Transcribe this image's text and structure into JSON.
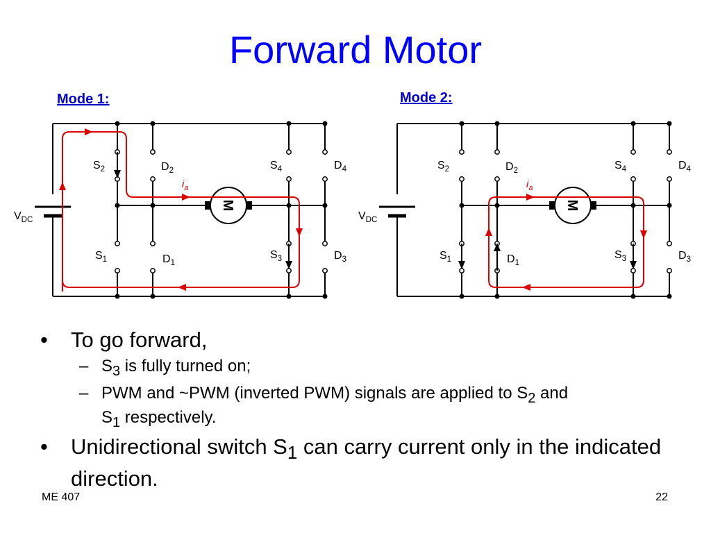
{
  "slide": {
    "title": "Forward Motor",
    "mode1_label": "Mode 1:",
    "mode2_label": "Mode 2:",
    "footer_left": "ME 407",
    "footer_right": "22"
  },
  "circuit": {
    "vdc": "V",
    "vdc_sub": "DC",
    "current": "i",
    "current_sub": "a",
    "motor": "M",
    "labels": [
      {
        "id": "S2",
        "t": "S",
        "s": "2"
      },
      {
        "id": "D2",
        "t": "D",
        "s": "2"
      },
      {
        "id": "S4",
        "t": "S",
        "s": "4"
      },
      {
        "id": "D4",
        "t": "D",
        "s": "4"
      },
      {
        "id": "S1",
        "t": "S",
        "s": "1"
      },
      {
        "id": "D1",
        "t": "D",
        "s": "1"
      },
      {
        "id": "S3",
        "t": "S",
        "s": "3"
      },
      {
        "id": "D3",
        "t": "D",
        "s": "3"
      }
    ],
    "current_color": "#dd0000"
  },
  "bullets": {
    "b1_text": "To go forward,",
    "b1a_s": "S",
    "b1a_sub": "3",
    "b1a_rest": " is fully turned on;",
    "b1b_text": "PWM and ~PWM (inverted PWM) signals are applied to  S",
    "b1b_sub2": "2",
    "b1b_and": " and",
    "b1b_s1": "S",
    "b1b_sub1": "1",
    "b1b_rest": " respectively.",
    "b2_text": "Unidirectional switch S",
    "b2_sub": "1",
    "b2_rest": " can carry current only in the indicated direction."
  }
}
